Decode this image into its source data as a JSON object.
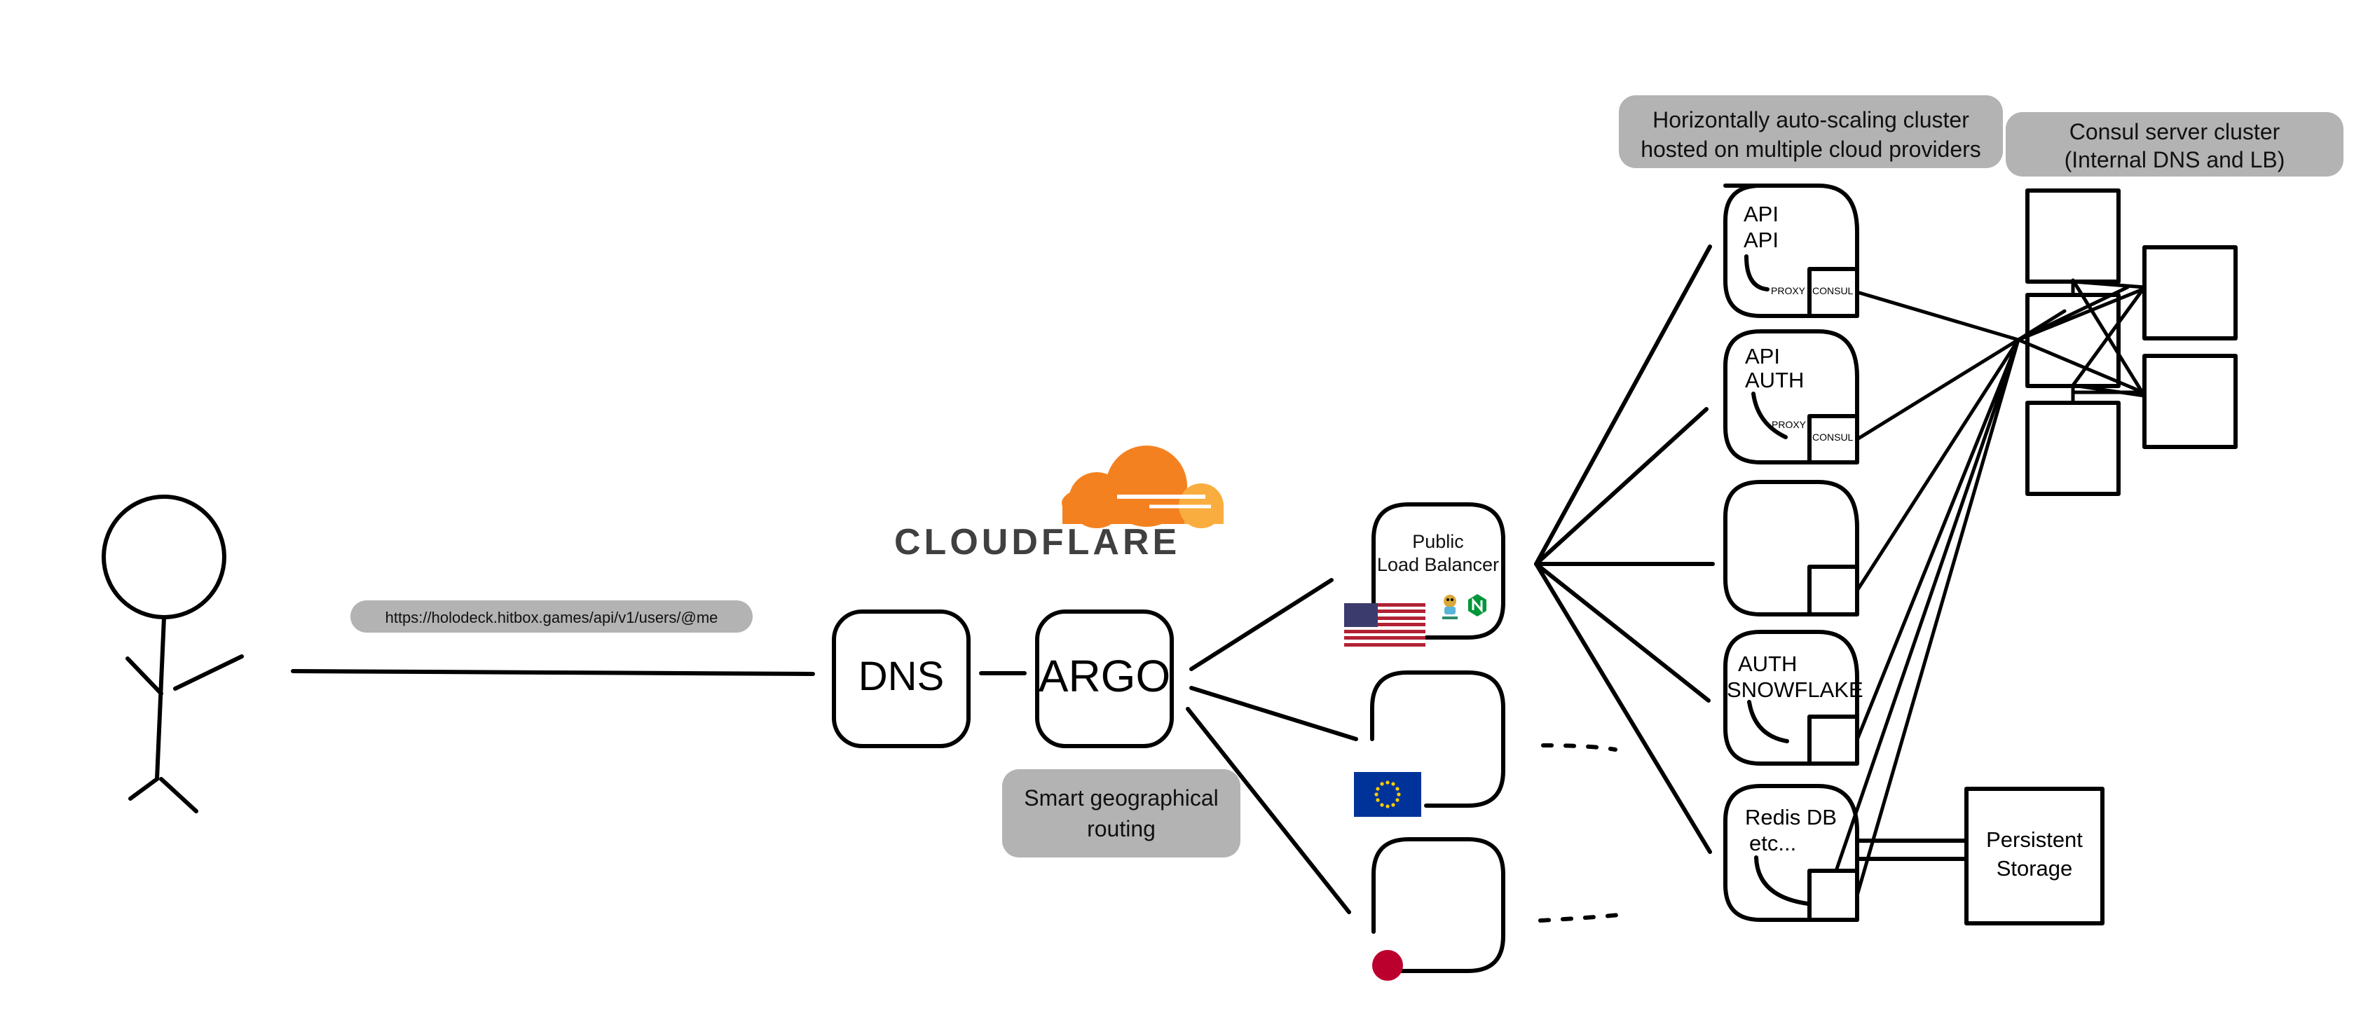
{
  "url_label": "https://holodeck.hitbox.games/api/v1/users/@me",
  "cloudflare_logo": "CLOUDFLARE",
  "dns": "DNS",
  "argo": "ARGO",
  "geo_routing": [
    "Smart geographical",
    "routing"
  ],
  "load_balancer": [
    "Public",
    "Load Balancer"
  ],
  "cluster_caption": [
    "Horizontally auto-scaling cluster",
    "hosted on multiple cloud providers"
  ],
  "consul_caption": [
    "Consul server cluster",
    "(Internal DNS and LB)"
  ],
  "nodes": {
    "api": [
      "API",
      "API"
    ],
    "auth": [
      "API",
      "AUTH"
    ],
    "snowflake": [
      "AUTH",
      "SNOWFLAKE"
    ],
    "redis": [
      "Redis DB",
      "etc..."
    ]
  },
  "proxy": "PROXY",
  "consul": "CONSUL",
  "storage": [
    "Persistent",
    "Storage"
  ],
  "colors": {
    "node_green": "#22b07a",
    "consul_pink": "#d7346f",
    "caption_gray": "#b3b3b3",
    "cloudflare_orange": "#f48120",
    "cloudflare_light": "#faad3f",
    "logo_gray": "#404041",
    "japan_red": "#bc002d",
    "eu_blue": "#003399",
    "us_red": "#b22234",
    "us_blue": "#3c3b6e",
    "nginx_green": "#009639"
  },
  "icons": [
    "person-icon",
    "cloudflare-cloud-icon",
    "us-flag-icon",
    "eu-flag-icon",
    "japan-flag-icon",
    "haproxy-icon",
    "nginx-icon"
  ]
}
